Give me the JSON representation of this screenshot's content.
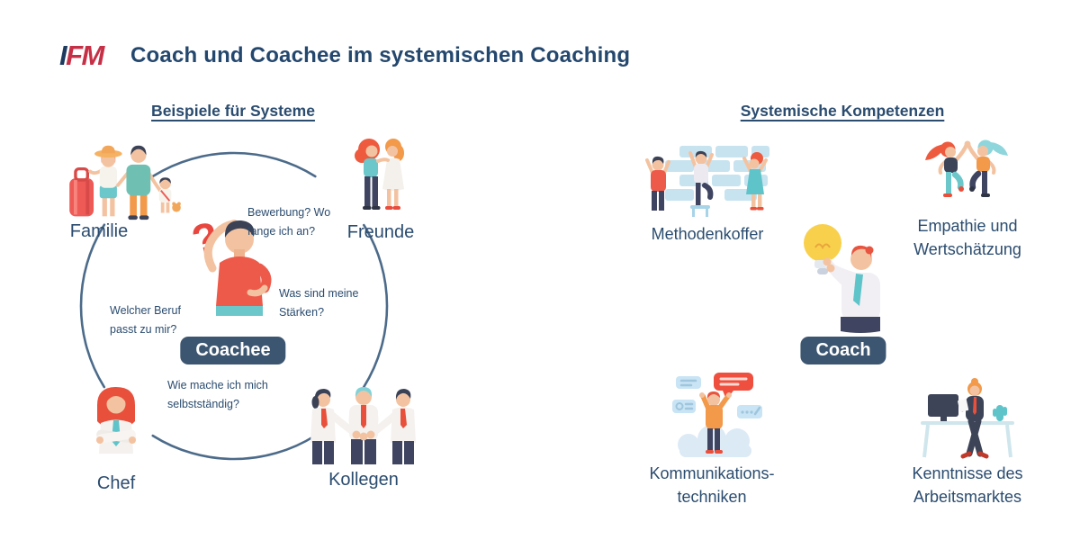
{
  "header": {
    "logo_i": "I",
    "logo_fm": "FM",
    "title": "Coach und Coachee im systemischen Coaching"
  },
  "left_panel": {
    "heading": "Beispiele für Systeme",
    "center": {
      "label": "Coachee",
      "illustration": "confused-man-with-question-mark"
    },
    "systems": [
      {
        "label": "Familie",
        "illustration": "family-with-suitcase"
      },
      {
        "label": "Freunde",
        "illustration": "two-friends-hugging"
      },
      {
        "label": "Chef",
        "illustration": "boss-woman-arms-crossed"
      },
      {
        "label": "Kollegen",
        "illustration": "colleagues-stacking-hands"
      }
    ],
    "questions": [
      {
        "text": "Bewerbung? Wo\nfange ich an?"
      },
      {
        "text": "Was sind meine\nStärken?"
      },
      {
        "text": "Welcher Beruf\npasst zu mir?"
      },
      {
        "text": "Wie mache ich mich\nselbstständig?"
      }
    ]
  },
  "right_panel": {
    "heading": "Systemische Kompetenzen",
    "center": {
      "label": "Coach",
      "illustration": "coach-holding-lightbulb"
    },
    "competencies": [
      {
        "label": "Methodenkoffer",
        "illustration": "people-building-brick-wall"
      },
      {
        "label": "Empathie und\nWertschätzung",
        "illustration": "two-women-high-five"
      },
      {
        "label": "Kommunikations-\ntechniken",
        "illustration": "person-with-speech-bubbles"
      },
      {
        "label": "Kenntnisse des\nArbeitsmarktes",
        "illustration": "woman-at-desk-with-monitor"
      }
    ]
  },
  "colors": {
    "title_text": "#24476e",
    "body_text": "#2b4c6f",
    "badge_bg": "#3c5570",
    "badge_text": "#ffffff",
    "circle_arc": "#4c6b8a",
    "logo_i": "#1e3a5f",
    "logo_fm": "#c63046",
    "accent_red": "#ee5a4a",
    "accent_teal": "#63c4c9",
    "accent_orange": "#f2994a",
    "brick_blue": "#c7e3f0"
  }
}
